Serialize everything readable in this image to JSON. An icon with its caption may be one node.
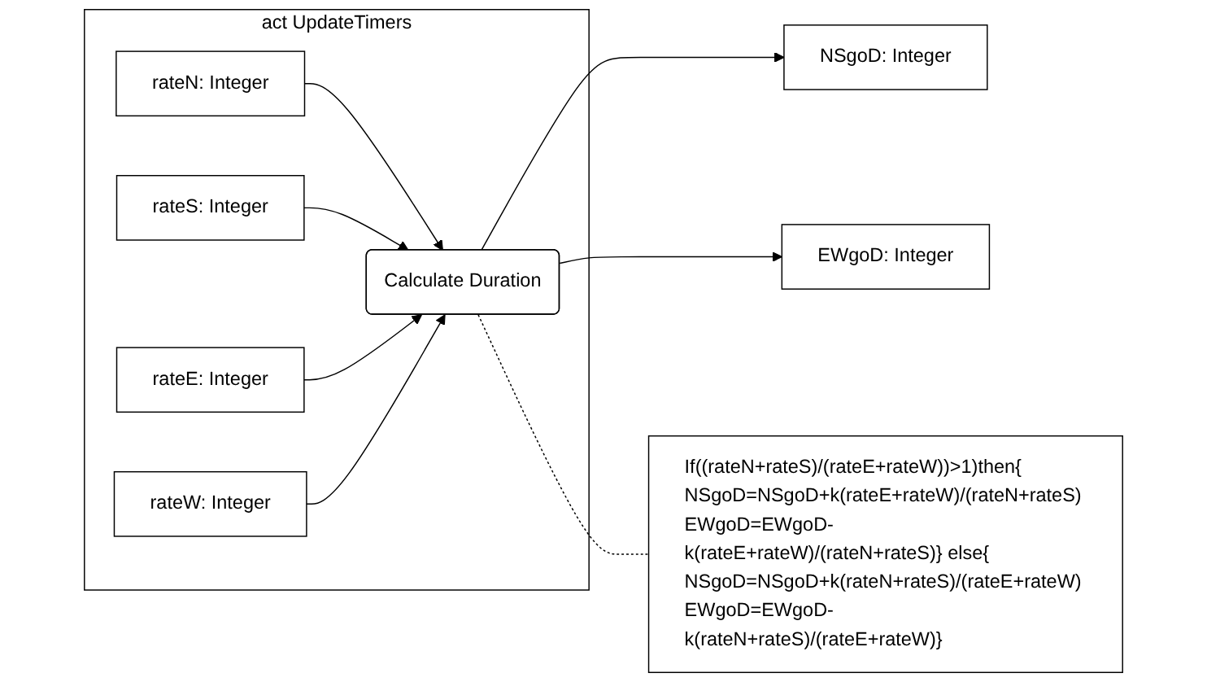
{
  "diagram": {
    "nodes": [
      {
        "text": [
          "act UpdateTimers"
        ]
      },
      {
        "text": [
          "rateN: Integer"
        ],
        "in": 0
      },
      {
        "text": [
          "rateS: Integer"
        ],
        "in": 0
      },
      {
        "text": [
          "rateE: Integer"
        ],
        "in": 0
      },
      {
        "text": [
          "rateW: Integer"
        ],
        "in": 0
      },
      {
        "text": [
          "Calculate Duration"
        ],
        "in": 0
      },
      {
        "text": [
          "NSgoD: Integer"
        ]
      },
      {
        "text": [
          "EWgoD: Integer"
        ]
      },
      {
        "text": [
          "If((rateN+rateS)/(rateE+rateW))>1)then{ NSgoD=NSgoD+k(rateE+rateW)/(rateN+rateS) EWgoD=EWgoD-k(rateE+rateW)/(rateN+rateS)} else{ NSgoD=NSgoD+k(rateN+rateS)/(rateE+rateW) EWgoD=EWgoD-k(rateN+rateS)/(rateE+rateW)}"
        ]
      }
    ],
    "edges": [
      {
        "from": 1,
        "to": 5,
        "arrow": "to"
      },
      {
        "from": 2,
        "to": 5,
        "arrow": "to"
      },
      {
        "from": 3,
        "to": 5,
        "arrow": "to"
      },
      {
        "from": 4,
        "to": 5,
        "arrow": "to"
      },
      {
        "from": 5,
        "to": 6,
        "arrow": "to"
      },
      {
        "from": 5,
        "to": 7,
        "arrow": "to"
      },
      {
        "from": 5,
        "to": 8,
        "arrow": "none",
        "style": "dashed"
      }
    ]
  }
}
